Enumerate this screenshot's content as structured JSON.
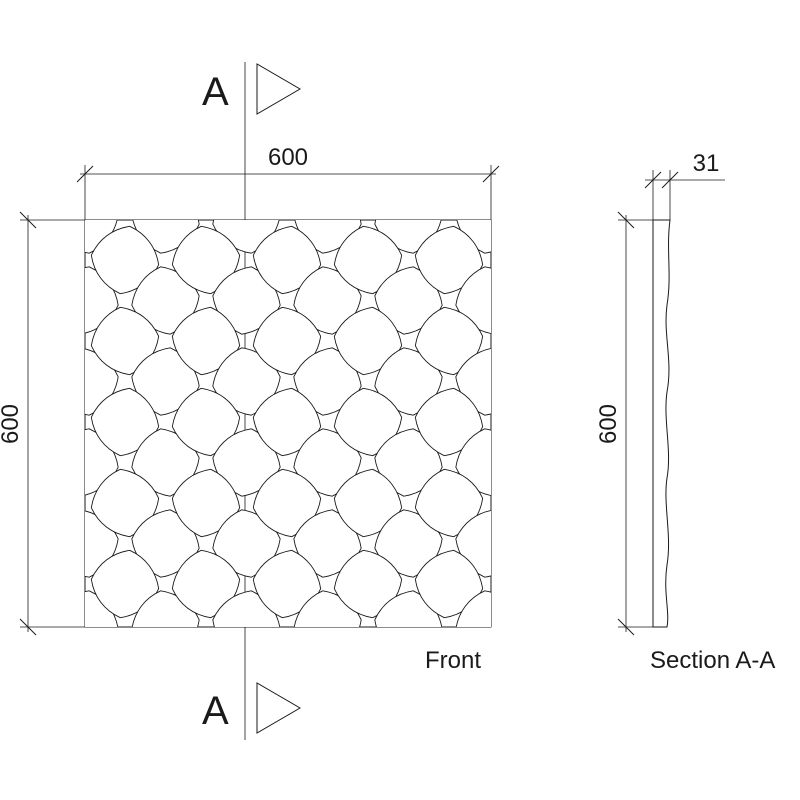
{
  "section_marker": {
    "letter": "A"
  },
  "front": {
    "label": "Front",
    "width_label": "600",
    "height_label": "600"
  },
  "section": {
    "label": "Section A-A",
    "height_label": "600",
    "thickness_label": "31"
  },
  "colors": {
    "line": "#1a1a1a",
    "background": "#ffffff"
  }
}
